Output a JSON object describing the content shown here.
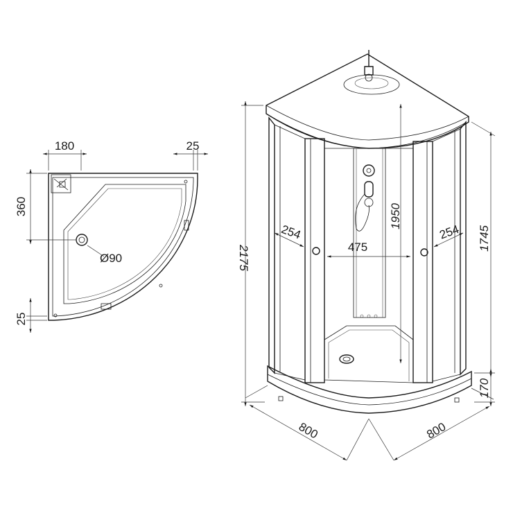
{
  "plan_view": {
    "dim_top_left": "180",
    "dim_top_right": "25",
    "dim_left_upper": "360",
    "dim_left_lower": "25",
    "drain_diameter": "Ø90"
  },
  "front_view": {
    "total_height": "2175",
    "cabin_height": "1745",
    "column_height": "1950",
    "tray_height": "170",
    "door_width": "475",
    "side_width_left": "254",
    "side_width_right": "254",
    "base_width_left": "800",
    "base_width_right": "800"
  }
}
